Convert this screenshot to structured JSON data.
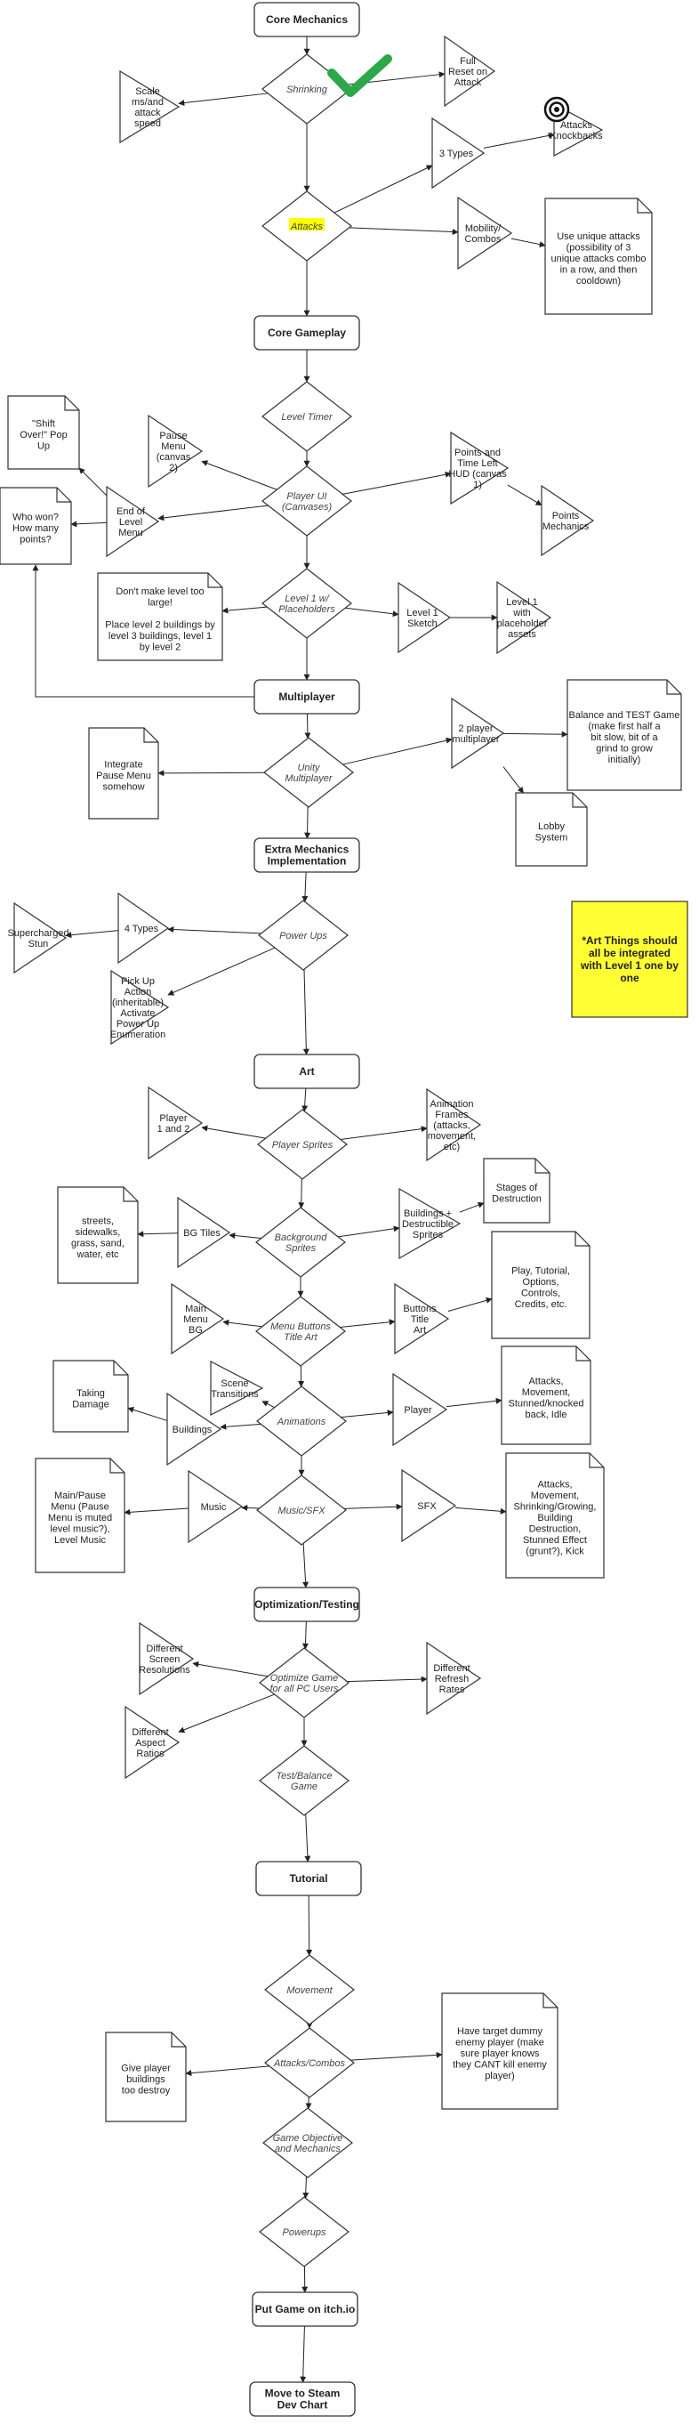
{
  "boxes": [
    {
      "label": "Core Mechanics"
    },
    {
      "label": "Core Gameplay"
    },
    {
      "label": "Multiplayer"
    },
    {
      "label": "Extra Mechanics Implementation"
    },
    {
      "label": "Art"
    },
    {
      "label": "Optimization/Testing"
    },
    {
      "label": "Tutorial"
    },
    {
      "label": "Put Game on itch.io"
    },
    {
      "label": "Move to Steam Dev Chart"
    }
  ],
  "diamonds": [
    {
      "label": "Shrinking"
    },
    {
      "label": "Attacks"
    },
    {
      "label": "Level Timer"
    },
    {
      "label": "Player UI (Canvases)"
    },
    {
      "label": "Level 1 w/ Placeholders"
    },
    {
      "label": "Unity Multiplayer"
    },
    {
      "label": "Power Ups"
    },
    {
      "label": "Player Sprites"
    },
    {
      "label": "Background Sprites"
    },
    {
      "label": "Menu Buttons Title Art"
    },
    {
      "label": "Animations"
    },
    {
      "label": "Music/SFX"
    },
    {
      "label": "Optimize Game for all PC Users"
    },
    {
      "label": "Test/Balance Game"
    },
    {
      "label": "Movement"
    },
    {
      "label": "Attacks/Combos"
    },
    {
      "label": "Game Objective and Mechanics"
    },
    {
      "label": "Powerups"
    }
  ],
  "triangles": [
    {
      "label": "Scale ms/and attack speed"
    },
    {
      "label": "Full Reset on Attack"
    },
    {
      "label": "3 Types"
    },
    {
      "label": "Attacks Knockbacks"
    },
    {
      "label": "Mobility/ Combos"
    },
    {
      "label": "Pause Menu (canvas 2)"
    },
    {
      "label": "End of Level Menu"
    },
    {
      "label": "Points and Time Left HUD (canvas 1)"
    },
    {
      "label": "Points Mechanics"
    },
    {
      "label": "Level 1 Sketch"
    },
    {
      "label": "Level 1 with placeholder assets"
    },
    {
      "label": "2 player multiplayer"
    },
    {
      "label": "4 Types"
    },
    {
      "label": "Supercharged Stun"
    },
    {
      "label": "Pick Up Action (inheritable) Activate Power Up Enumeration"
    },
    {
      "label": "Player 1 and 2"
    },
    {
      "label": "Animation Frames (attacks, movement, etc)"
    },
    {
      "label": "BG Tiles"
    },
    {
      "label": "Buildings + Destructible Sprites"
    },
    {
      "label": "Main Menu BG"
    },
    {
      "label": "Buttons Title Art"
    },
    {
      "label": "Scene Transitions"
    },
    {
      "label": "Buildings"
    },
    {
      "label": "Player"
    },
    {
      "label": "Music"
    },
    {
      "label": "SFX"
    },
    {
      "label": "Different Screen Resolutions"
    },
    {
      "label": "Different Aspect Ratios"
    },
    {
      "label": "Different Refresh Rates"
    }
  ],
  "notes": [
    {
      "label": "Use unique attacks (possibility of 3 unique attacks combo in a row, and then cooldown)"
    },
    {
      "label": "\"Shift Over!\" Pop Up"
    },
    {
      "label": "Who won? How many points?"
    },
    {
      "label": "Don't make level too large! | Place level 2 buildings by level 3 buildings, level 1 by level 2"
    },
    {
      "label": "Integrate Pause Menu somehow"
    },
    {
      "label": "Balance and TEST Game (make first half a bit slow, bit of a grind to grow initially)"
    },
    {
      "label": "Lobby System"
    },
    {
      "label": "Stages of Destruction"
    },
    {
      "label": "streets, sidewalks, grass, sand, water, etc"
    },
    {
      "label": "Play, Tutorial, Options, Controls, Credits, etc."
    },
    {
      "label": "Taking Damage"
    },
    {
      "label": "Attacks, Movement, Stunned/knocked back, Idle"
    },
    {
      "label": "Main/Pause Menu (Pause Menu is muted level music?), Level Music"
    },
    {
      "label": "Attacks, Movement, Shrinking/Growing, Building Destruction, Stunned Effect (grunt?), Kick"
    },
    {
      "label": "Have target dummy enemy player (make sure player knows they CANT kill enemy player)"
    },
    {
      "label": "Give player buildings too destroy"
    }
  ],
  "sticky": {
    "label": "*Art Things should all be integrated with Level 1 one by one",
    "color": "#ffff33"
  },
  "colors": {
    "highlight": "#ffff00",
    "check": "#2ca84a"
  },
  "icons": [
    "checkmark-icon",
    "target-icon"
  ]
}
